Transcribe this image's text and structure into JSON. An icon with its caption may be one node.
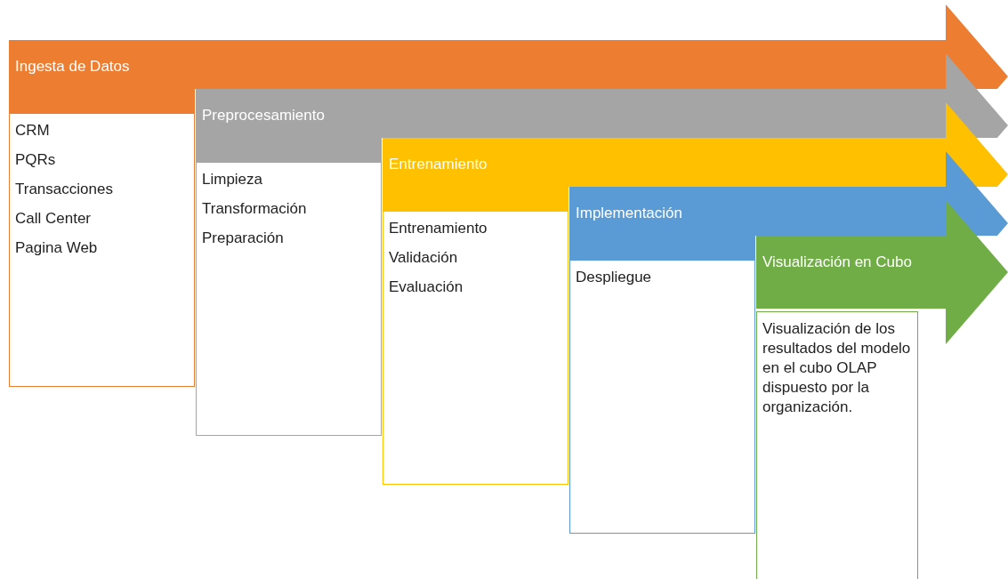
{
  "diagram": {
    "nodes": [
      {
        "text": [
          "Ingesta de Datos"
        ]
      },
      {
        "text": [
          "CRM",
          "PQRs",
          "Transacciones",
          "Call Center",
          "Pagina Web"
        ]
      },
      {
        "text": [
          "Preprocesamiento"
        ]
      },
      {
        "text": [
          "Limpieza",
          "Transformación",
          "Preparación"
        ]
      },
      {
        "text": [
          "Entrenamiento"
        ]
      },
      {
        "text": [
          "Entrenamiento",
          "Validación",
          "Evaluación"
        ]
      },
      {
        "text": [
          "Implementación"
        ]
      },
      {
        "text": [
          "Despliegue"
        ]
      },
      {
        "text": [
          "Visualización en Cubo"
        ]
      },
      {
        "text": [
          "Visualización de los resultados del modelo en el cubo OLAP dispuesto por la organización."
        ]
      }
    ]
  }
}
